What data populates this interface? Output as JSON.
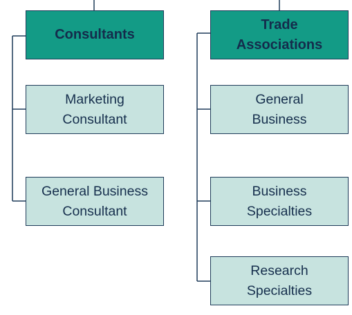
{
  "diagram": {
    "columns": [
      {
        "heading": "Consultants",
        "items": [
          "Marketing\nConsultant",
          "General Business\nConsultant"
        ]
      },
      {
        "heading": "Trade\nAssociations",
        "items": [
          "General\nBusiness",
          "Business\nSpecialties",
          "Research\nSpecialties"
        ]
      }
    ],
    "colors": {
      "heading_fill": "#139b86",
      "item_fill": "#c7e3df",
      "border": "#1d3a58",
      "text": "#162f4d"
    }
  }
}
